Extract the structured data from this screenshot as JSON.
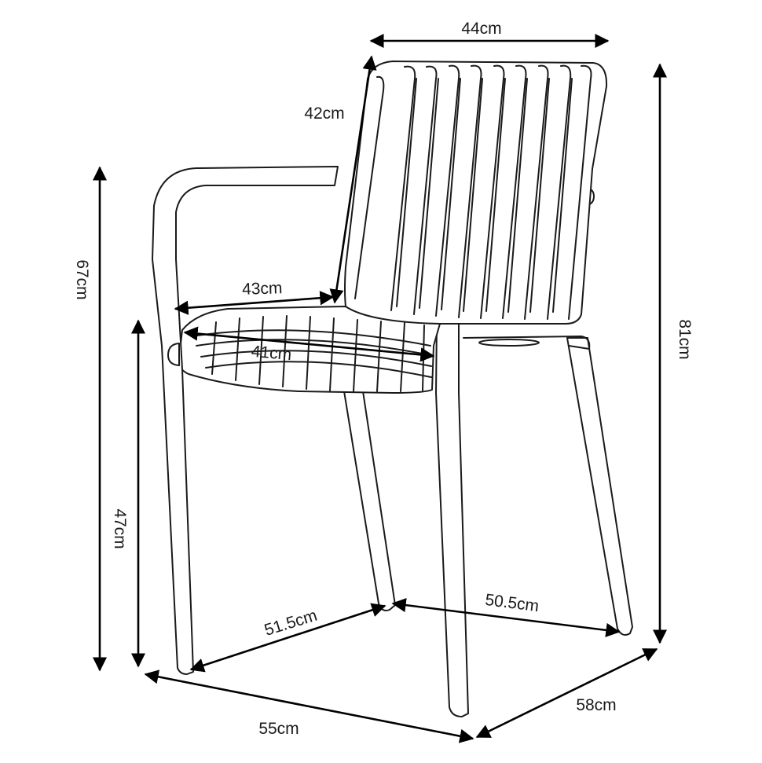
{
  "colors": {
    "line": "#1a1a1a",
    "background": "#ffffff"
  },
  "dimensions": {
    "back_width": "44cm",
    "back_height": "42cm",
    "seat_depth": "43cm",
    "seat_width": "41cm",
    "arm_height": "67cm",
    "seat_height": "47cm",
    "total_height": "81cm",
    "leg_span_front": "51.5cm",
    "leg_span_side": "50.5cm",
    "overall_width": "55cm",
    "overall_depth": "58cm"
  }
}
